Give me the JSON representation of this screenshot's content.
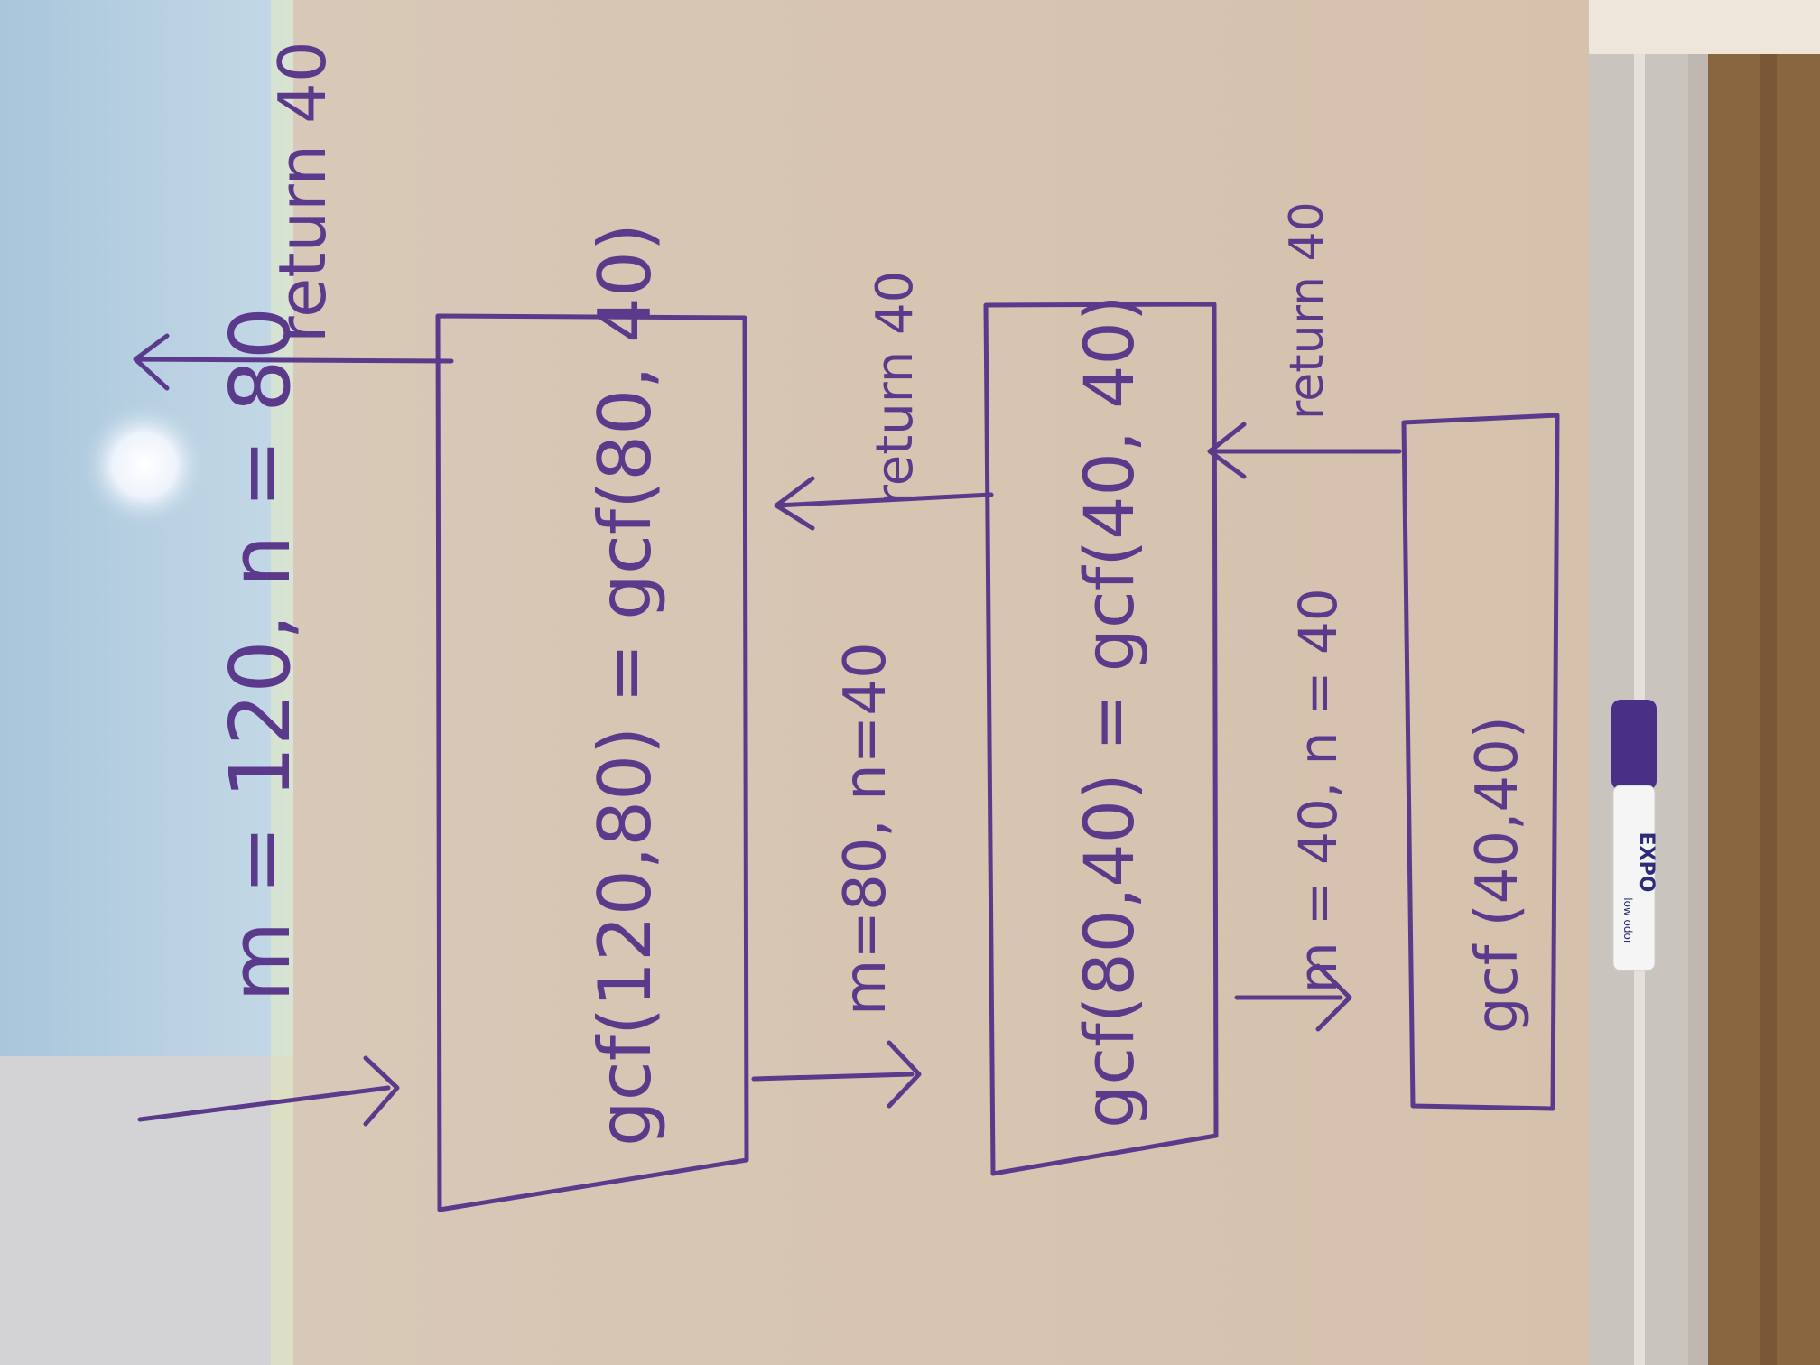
{
  "board": {
    "top_label": "m = 120, n = 80",
    "top_return": "return 40",
    "frames": [
      {
        "call": "gcf(120,80) = gcf(80, 40)",
        "return_label": "return 40"
      },
      {
        "call": "gcf(80,40) = gcf(40, 40)",
        "return_label": "return 40"
      },
      {
        "call": "gcf (40,40)"
      }
    ],
    "transitions": [
      {
        "label": "m=80, n=40"
      },
      {
        "label": "m = 40, n = 40"
      }
    ]
  },
  "marker": {
    "brand": "EXPO",
    "subtext": "low odor",
    "cap_color": "#4a2f86"
  },
  "colors": {
    "ink": "#5b3a8c",
    "board": "#d9c7b6",
    "projection": "#b9d3e6",
    "tray": "#cfcac4",
    "wood": "#8a6640"
  }
}
